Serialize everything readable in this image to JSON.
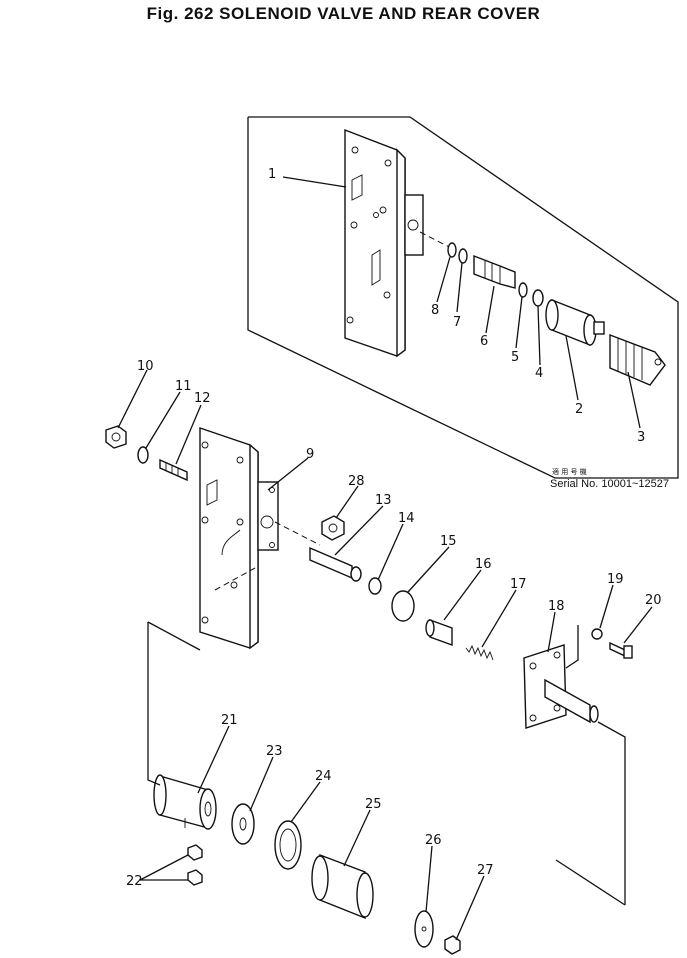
{
  "title": "Fig. 262 SOLENOID VALVE AND REAR COVER",
  "serial_note": {
    "kanji": "適 用 号 機",
    "text": "Serial No. 10001~12527"
  },
  "parts": [
    {
      "no": "1"
    },
    {
      "no": "2"
    },
    {
      "no": "3"
    },
    {
      "no": "4"
    },
    {
      "no": "5"
    },
    {
      "no": "6"
    },
    {
      "no": "7"
    },
    {
      "no": "8"
    },
    {
      "no": "9"
    },
    {
      "no": "10"
    },
    {
      "no": "11"
    },
    {
      "no": "12"
    },
    {
      "no": "13"
    },
    {
      "no": "14"
    },
    {
      "no": "15"
    },
    {
      "no": "16"
    },
    {
      "no": "17"
    },
    {
      "no": "18"
    },
    {
      "no": "19"
    },
    {
      "no": "20"
    },
    {
      "no": "21"
    },
    {
      "no": "22"
    },
    {
      "no": "23"
    },
    {
      "no": "24"
    },
    {
      "no": "25"
    },
    {
      "no": "26"
    },
    {
      "no": "27"
    },
    {
      "no": "28"
    }
  ]
}
